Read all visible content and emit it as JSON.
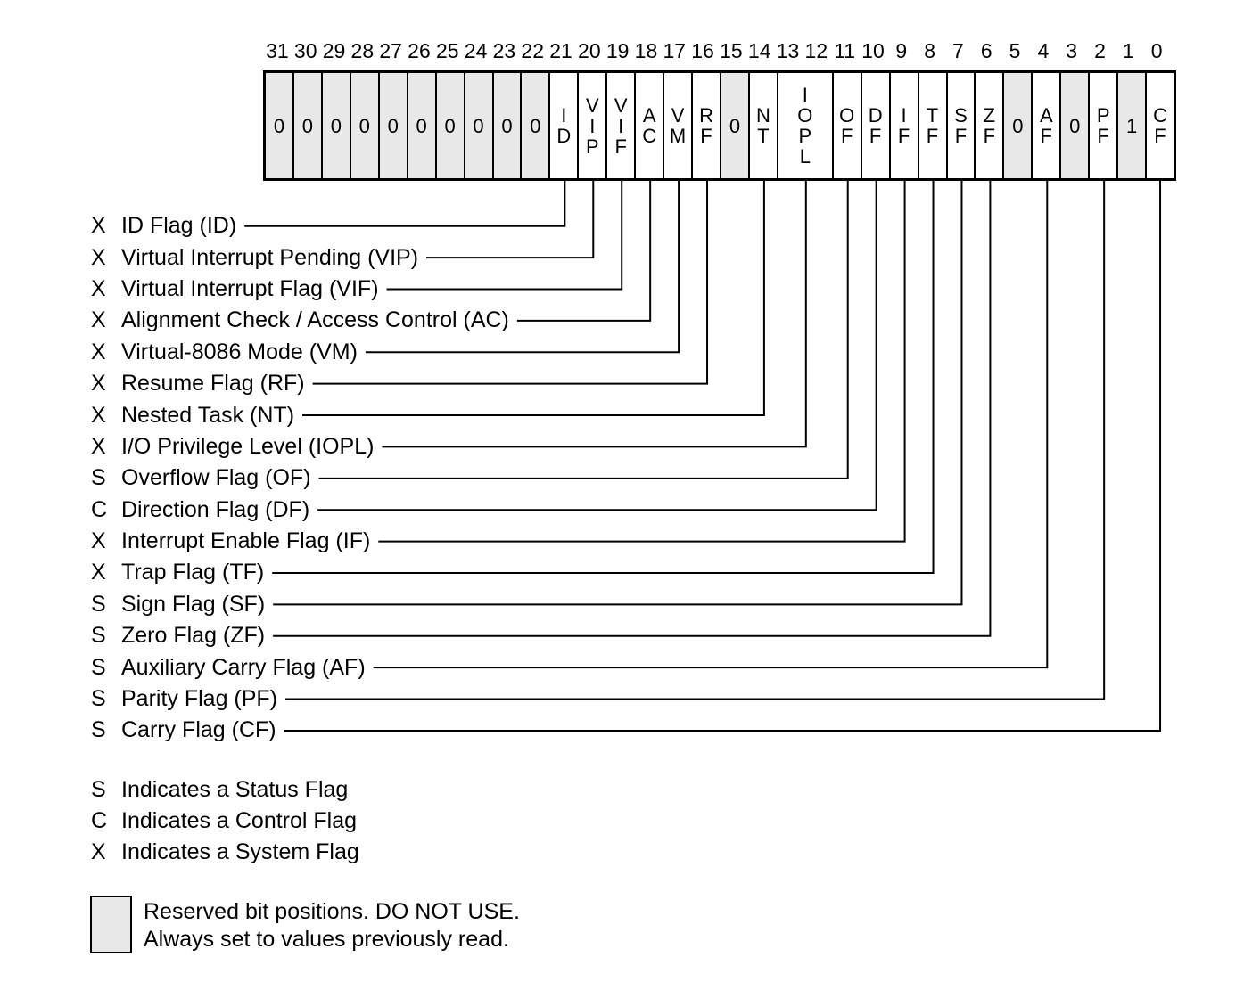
{
  "title": "EFLAGS register bit layout diagram",
  "colors": {
    "background": "#ffffff",
    "text": "#000000",
    "line": "#000000",
    "reserved_fill": "#e8e8e8"
  },
  "register": {
    "bit_numbers": [
      "31",
      "30",
      "29",
      "28",
      "27",
      "26",
      "25",
      "24",
      "23",
      "22",
      "21",
      "20",
      "19",
      "18",
      "17",
      "16",
      "15",
      "14",
      "13",
      "12",
      "11",
      "10",
      "9",
      "8",
      "7",
      "6",
      "5",
      "4",
      "3",
      "2",
      "1",
      "0"
    ],
    "cells": [
      {
        "id": "bit31",
        "bit": "31",
        "value": "0",
        "reserved": true,
        "span": 1
      },
      {
        "id": "bit30",
        "bit": "30",
        "value": "0",
        "reserved": true,
        "span": 1
      },
      {
        "id": "bit29",
        "bit": "29",
        "value": "0",
        "reserved": true,
        "span": 1
      },
      {
        "id": "bit28",
        "bit": "28",
        "value": "0",
        "reserved": true,
        "span": 1
      },
      {
        "id": "bit27",
        "bit": "27",
        "value": "0",
        "reserved": true,
        "span": 1
      },
      {
        "id": "bit26",
        "bit": "26",
        "value": "0",
        "reserved": true,
        "span": 1
      },
      {
        "id": "bit25",
        "bit": "25",
        "value": "0",
        "reserved": true,
        "span": 1
      },
      {
        "id": "bit24",
        "bit": "24",
        "value": "0",
        "reserved": true,
        "span": 1
      },
      {
        "id": "bit23",
        "bit": "23",
        "value": "0",
        "reserved": true,
        "span": 1
      },
      {
        "id": "bit22",
        "bit": "22",
        "value": "0",
        "reserved": true,
        "span": 1
      },
      {
        "id": "ID",
        "bit": "21",
        "letters": [
          "I",
          "D"
        ],
        "span": 1
      },
      {
        "id": "VIP",
        "bit": "20",
        "letters": [
          "V",
          "I",
          "P"
        ],
        "span": 1
      },
      {
        "id": "VIF",
        "bit": "19",
        "letters": [
          "V",
          "I",
          "F"
        ],
        "span": 1
      },
      {
        "id": "AC",
        "bit": "18",
        "letters": [
          "A",
          "C"
        ],
        "span": 1
      },
      {
        "id": "VM",
        "bit": "17",
        "letters": [
          "V",
          "M"
        ],
        "span": 1
      },
      {
        "id": "RF",
        "bit": "16",
        "letters": [
          "R",
          "F"
        ],
        "span": 1
      },
      {
        "id": "bit15",
        "bit": "15",
        "value": "0",
        "reserved": true,
        "span": 1
      },
      {
        "id": "NT",
        "bit": "14",
        "letters": [
          "N",
          "T"
        ],
        "span": 1
      },
      {
        "id": "IOPL",
        "bit": "13 12",
        "letters": [
          "I",
          "O",
          "P",
          "L"
        ],
        "span": 2
      },
      {
        "id": "OF",
        "bit": "11",
        "letters": [
          "O",
          "F"
        ],
        "span": 1
      },
      {
        "id": "DF",
        "bit": "10",
        "letters": [
          "D",
          "F"
        ],
        "span": 1
      },
      {
        "id": "IF",
        "bit": "9",
        "letters": [
          "I",
          "F"
        ],
        "span": 1
      },
      {
        "id": "TF",
        "bit": "8",
        "letters": [
          "T",
          "F"
        ],
        "span": 1
      },
      {
        "id": "SF",
        "bit": "7",
        "letters": [
          "S",
          "F"
        ],
        "span": 1
      },
      {
        "id": "ZF",
        "bit": "6",
        "letters": [
          "Z",
          "F"
        ],
        "span": 1
      },
      {
        "id": "bit5",
        "bit": "5",
        "value": "0",
        "reserved": true,
        "span": 1
      },
      {
        "id": "AF",
        "bit": "4",
        "letters": [
          "A",
          "F"
        ],
        "span": 1
      },
      {
        "id": "bit3",
        "bit": "3",
        "value": "0",
        "reserved": true,
        "span": 1
      },
      {
        "id": "PF",
        "bit": "2",
        "letters": [
          "P",
          "F"
        ],
        "span": 1
      },
      {
        "id": "bit1",
        "bit": "1",
        "value": "1",
        "reserved": true,
        "span": 1
      },
      {
        "id": "CF",
        "bit": "0",
        "letters": [
          "C",
          "F"
        ],
        "span": 1
      }
    ]
  },
  "flag_labels": [
    {
      "type": "X",
      "text": "ID Flag (ID)",
      "flag": "ID"
    },
    {
      "type": "X",
      "text": "Virtual Interrupt Pending (VIP)",
      "flag": "VIP"
    },
    {
      "type": "X",
      "text": "Virtual Interrupt Flag (VIF)",
      "flag": "VIF"
    },
    {
      "type": "X",
      "text": "Alignment Check / Access Control (AC)",
      "flag": "AC"
    },
    {
      "type": "X",
      "text": "Virtual-8086 Mode (VM)",
      "flag": "VM"
    },
    {
      "type": "X",
      "text": "Resume Flag (RF)",
      "flag": "RF"
    },
    {
      "type": "X",
      "text": "Nested Task (NT)",
      "flag": "NT"
    },
    {
      "type": "X",
      "text": "I/O Privilege Level (IOPL)",
      "flag": "IOPL"
    },
    {
      "type": "S",
      "text": "Overflow Flag (OF)",
      "flag": "OF"
    },
    {
      "type": "C",
      "text": "Direction Flag (DF)",
      "flag": "DF"
    },
    {
      "type": "X",
      "text": "Interrupt Enable Flag (IF)",
      "flag": "IF"
    },
    {
      "type": "X",
      "text": "Trap Flag (TF)",
      "flag": "TF"
    },
    {
      "type": "S",
      "text": "Sign Flag (SF)",
      "flag": "SF"
    },
    {
      "type": "S",
      "text": "Zero Flag (ZF)",
      "flag": "ZF"
    },
    {
      "type": "S",
      "text": "Auxiliary Carry Flag (AF)",
      "flag": "AF"
    },
    {
      "type": "S",
      "text": "Parity Flag (PF)",
      "flag": "PF"
    },
    {
      "type": "S",
      "text": "Carry Flag (CF)",
      "flag": "CF"
    }
  ],
  "legend": [
    {
      "type": "S",
      "text": "Indicates a Status Flag"
    },
    {
      "type": "C",
      "text": "Indicates a Control Flag"
    },
    {
      "type": "X",
      "text": "Indicates a System Flag"
    }
  ],
  "reserved_note": {
    "line1": "Reserved bit positions. DO NOT USE.",
    "line2": "Always set to values previously read."
  }
}
